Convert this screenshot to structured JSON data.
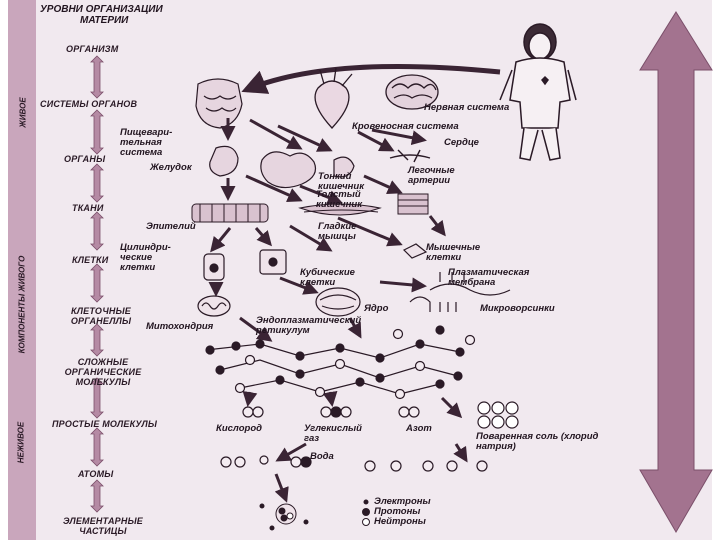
{
  "title": {
    "line1": "УРОВНИ ОРГАНИЗАЦИИ",
    "line2": "МАТЕРИИ"
  },
  "side_labels": {
    "alive": "ЖИВОЕ",
    "components": "КОМПОНЕНТЫ ЖИВОГО",
    "nonliving": "НЕЖИВОЕ"
  },
  "levels": {
    "organism": "ОРГАНИЗМ",
    "organ_systems": "СИСТЕМЫ ОРГАНОВ",
    "organs": "ОРГАНЫ",
    "tissues": "ТКАНИ",
    "cells": "КЛЕТКИ",
    "organelles": "КЛЕТОЧНЫЕ ОРГАНЕЛЛЫ",
    "complex_molecules": "СЛОЖНЫЕ ОРГАНИЧЕСКИЕ МОЛЕКУЛЫ",
    "simple_molecules": "ПРОСТЫЕ МОЛЕКУЛЫ",
    "atoms": "АТОМЫ",
    "particles": "ЭЛЕМЕНТАРНЫЕ ЧАСТИЦЫ"
  },
  "labels": {
    "nervous": "Нервная система",
    "circulatory": "Кровеносная система",
    "digestive": "Пищевари-тельная система",
    "heart": "Сердце",
    "stomach": "Желудок",
    "small_intestine": "Тонкий кишечник",
    "lung_arteries": "Легочные артерии",
    "large_intestine": "Толстый кишечник",
    "epithelium": "Эпителий",
    "smooth_muscle": "Гладкие мышцы",
    "columnar": "Цилиндри-ческие клетки",
    "muscle_cells": "Мышечные клетки",
    "cubic": "Кубические клетки",
    "plasma_membrane": "Плазматическая мембрана",
    "mitochondrion": "Митохондрия",
    "nucleus": "Ядро",
    "microvilli": "Микроворсинки",
    "er": "Эндоплазматический ретикулум",
    "oxygen": "Кислород",
    "co2": "Углекислый газ",
    "nitrogen": "Азот",
    "salt": "Поваренная соль (хлорид натрия)",
    "water": "Вода",
    "electrons": "Электроны",
    "protons": "Протоны",
    "neutrons": "Нейтроны"
  },
  "colors": {
    "band": "#c9a6bc",
    "paper": "#f1e9ef",
    "big_arrow": "#a3738f",
    "ink": "#221520",
    "arrow_ink": "#3a2434"
  },
  "icons": [
    "human-figure-icon",
    "brain-icon",
    "heart-icon",
    "intestine-icon",
    "atom-icon",
    "molecule-icon"
  ]
}
